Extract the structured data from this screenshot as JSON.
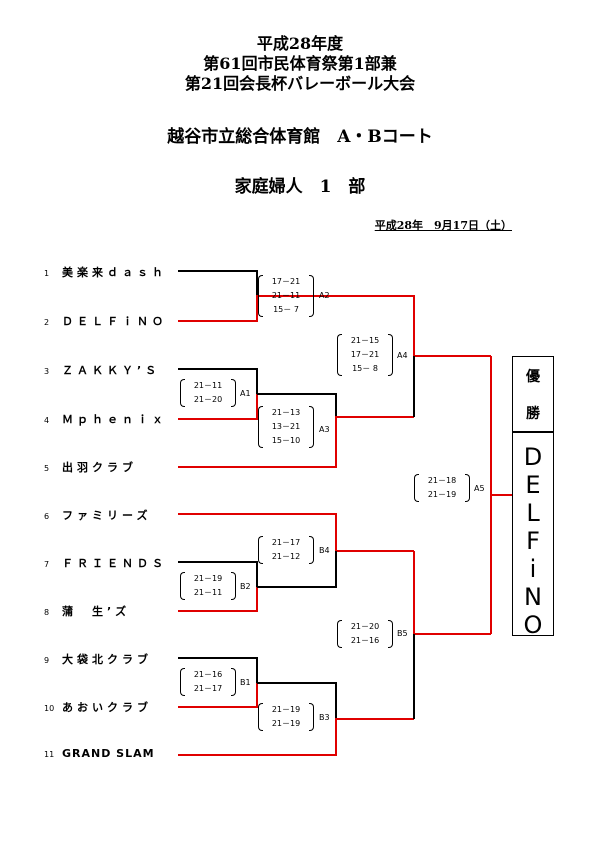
{
  "header": {
    "title_lines": [
      "平成28年度",
      "第61回市民体育祭第1部兼",
      "第21回会長杯バレーボール大会"
    ],
    "venue": "越谷市立総合体育館　A・Bコート",
    "division": "家庭婦人　1　部",
    "date": "平成28年　9月17日（土）"
  },
  "teams": [
    {
      "num": "1",
      "name": "美楽来ｄａｓｈ"
    },
    {
      "num": "2",
      "name": "ＤＥＬＦｉＮＯ"
    },
    {
      "num": "3",
      "name": "ＺＡＫＫＹ’Ｓ"
    },
    {
      "num": "4",
      "name": "Ｍｐｈｅｎｉｘ"
    },
    {
      "num": "5",
      "name": "出羽クラブ"
    },
    {
      "num": "6",
      "name": "ファミリーズ"
    },
    {
      "num": "7",
      "name": "ＦＲＩＥＮＤＳ"
    },
    {
      "num": "8",
      "name": "蒲　生’ズ"
    },
    {
      "num": "9",
      "name": "大袋北クラブ"
    },
    {
      "num": "10",
      "name": "あおいクラブ"
    },
    {
      "num": "11",
      "name": "GRAND SLAM"
    }
  ],
  "matches": {
    "A1": {
      "label": "A1",
      "scores": [
        "21－11",
        "21－20"
      ]
    },
    "A2": {
      "label": "A2",
      "scores": [
        "17－21",
        "21－11",
        "15－ 7"
      ]
    },
    "A3": {
      "label": "A3",
      "scores": [
        "21－13",
        "13－21",
        "15－10"
      ]
    },
    "A4": {
      "label": "A4",
      "scores": [
        "21－15",
        "17－21",
        "15－ 8"
      ]
    },
    "A5": {
      "label": "A5",
      "scores": [
        "21－18",
        "21－19"
      ]
    },
    "B1": {
      "label": "B1",
      "scores": [
        "21－16",
        "21－17"
      ]
    },
    "B2": {
      "label": "B2",
      "scores": [
        "21－19",
        "21－11"
      ]
    },
    "B3": {
      "label": "B3",
      "scores": [
        "21－19",
        "21－19"
      ]
    },
    "B4": {
      "label": "B4",
      "scores": [
        "21－17",
        "21－12"
      ]
    },
    "B5": {
      "label": "B5",
      "scores": [
        "21－20",
        "21－16"
      ]
    }
  },
  "winner": {
    "heading": [
      "優",
      "勝"
    ],
    "letters": [
      "D",
      "E",
      "L",
      "F",
      "i",
      "N",
      "O"
    ]
  },
  "colors": {
    "winner_line": "#e00000",
    "loser_line": "#000000"
  }
}
